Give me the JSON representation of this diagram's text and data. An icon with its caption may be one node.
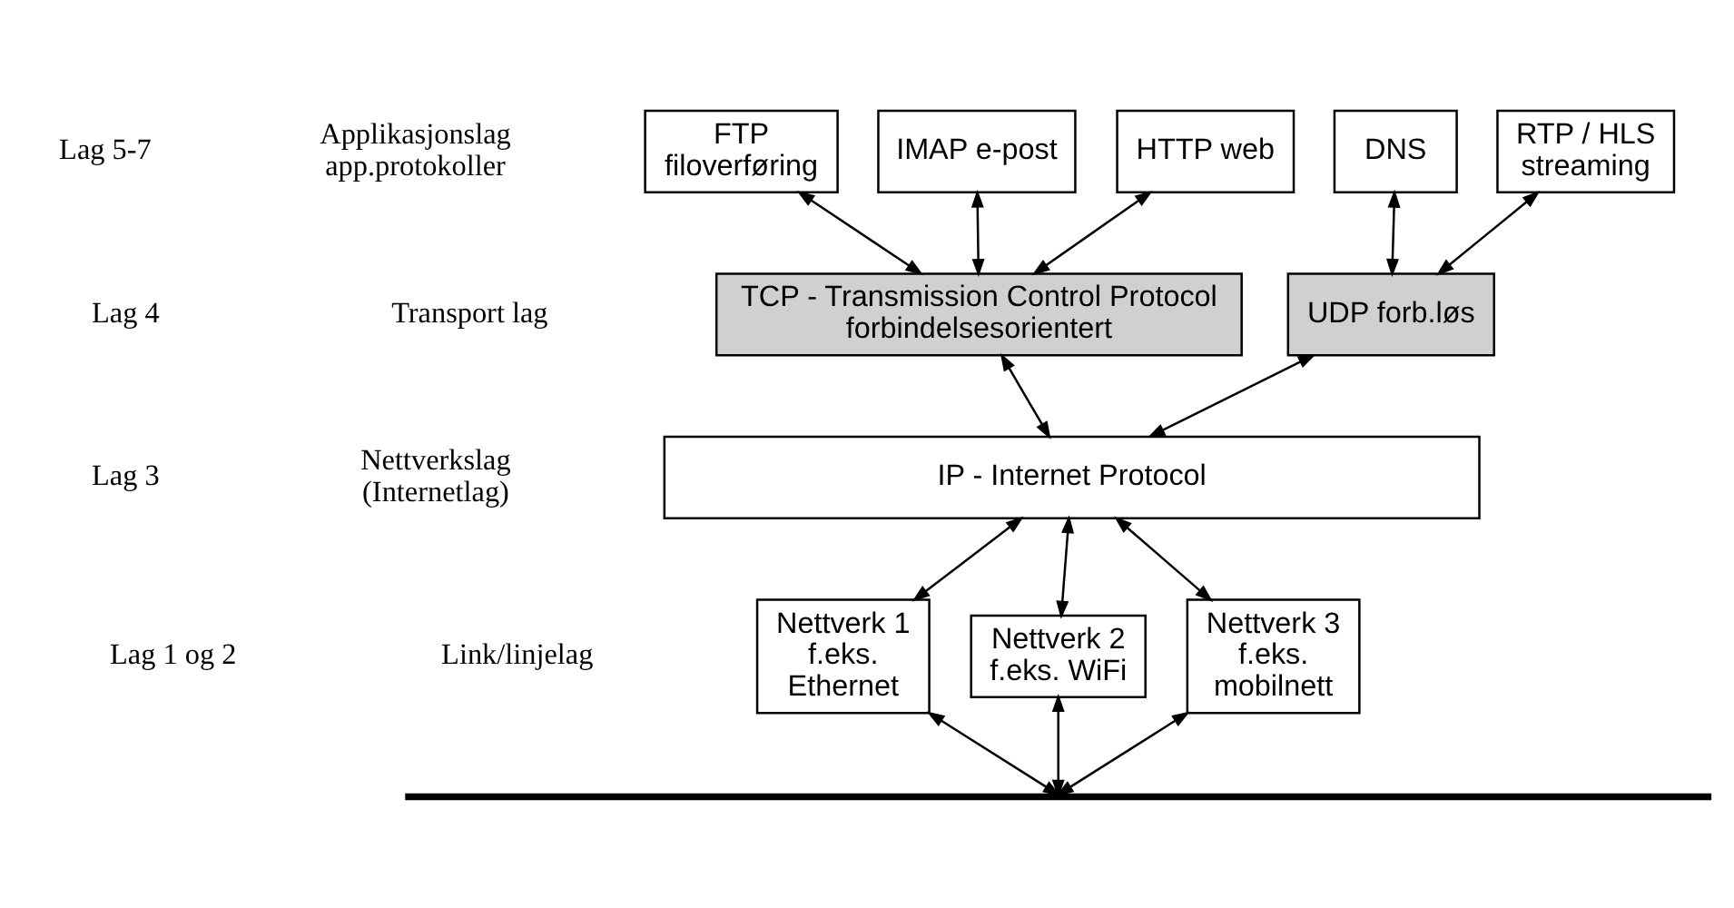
{
  "diagram": {
    "nodes": [
      {
        "text": [
          "FTP filoverføring"
        ]
      },
      {
        "text": [
          "IMAP e-post"
        ]
      },
      {
        "text": [
          "HTTP web"
        ]
      },
      {
        "text": [
          "DNS"
        ]
      },
      {
        "text": [
          "RTP / HLS streaming"
        ]
      },
      {
        "text": [
          "TCP - Transmission Control Protocol forbindelsesorientert"
        ]
      },
      {
        "text": [
          "UDP forb.løs"
        ]
      },
      {
        "text": [
          "IP - Internet Protocol"
        ]
      },
      {
        "text": [
          "Nettverk 1 f.eks. Ethernet"
        ]
      },
      {
        "text": [
          "Nettverk 2 f.eks. WiFi"
        ]
      },
      {
        "text": [
          "Nettverk 3 f.eks. mobilnett"
        ]
      },
      {
        "text": [],
        "shape": "bar"
      }
    ],
    "edges": [
      {
        "from": 0,
        "to": 5,
        "arrow": "both"
      },
      {
        "from": 1,
        "to": 5,
        "arrow": "both"
      },
      {
        "from": 2,
        "to": 5,
        "arrow": "both"
      },
      {
        "from": 3,
        "to": 6,
        "arrow": "both"
      },
      {
        "from": 4,
        "to": 6,
        "arrow": "both"
      },
      {
        "from": 5,
        "to": 7,
        "arrow": "both"
      },
      {
        "from": 6,
        "to": 7,
        "arrow": "both"
      },
      {
        "from": 7,
        "to": 8,
        "arrow": "both"
      },
      {
        "from": 7,
        "to": 9,
        "arrow": "both"
      },
      {
        "from": 7,
        "to": 10,
        "arrow": "both"
      },
      {
        "from": 8,
        "to": 11,
        "arrow": "both"
      },
      {
        "from": 9,
        "to": 11,
        "arrow": "both"
      },
      {
        "from": 10,
        "to": 11,
        "arrow": "both"
      }
    ],
    "labels": [
      "Lag 5-7",
      "Applikasjonslag app.protokoller",
      "Lag 4",
      "Transport lag",
      "Lag 3",
      "Nettverkslag (Internetlag)",
      "Lag 1 og 2",
      "Link/linjelag"
    ]
  }
}
